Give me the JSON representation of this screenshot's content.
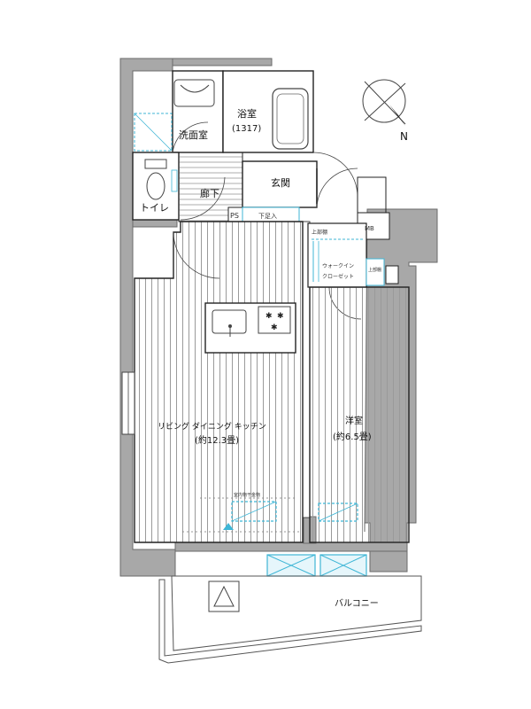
{
  "colors": {
    "wall": "#a8a8a8",
    "wall_stroke": "#6a6a6a",
    "floor_line": "#9a9a9a",
    "accent_blue": "#3fb6d6",
    "line": "#222222"
  },
  "compass": {
    "label": "N"
  },
  "rooms": {
    "washroom": "洗面室",
    "bathroom": "浴室",
    "bathroom_size": "(1317)",
    "toilet": "トイレ",
    "hallway": "廊下",
    "entrance": "玄関",
    "ps": "PS",
    "shoe_storage": "下足入",
    "upper_shelf_1": "上部棚",
    "walk_in_closet_1": "ウォークイン",
    "walk_in_closet_2": "クローゼット",
    "upper_shelf_2": "上部棚",
    "mb": "MB",
    "living": "リビング ダイニング キッチン",
    "living_size": "(約12.3畳)",
    "western_room": "洋室",
    "western_size": "(約6.5畳)",
    "floor_heating": "室内物干金物",
    "balcony": "バルコニー"
  }
}
